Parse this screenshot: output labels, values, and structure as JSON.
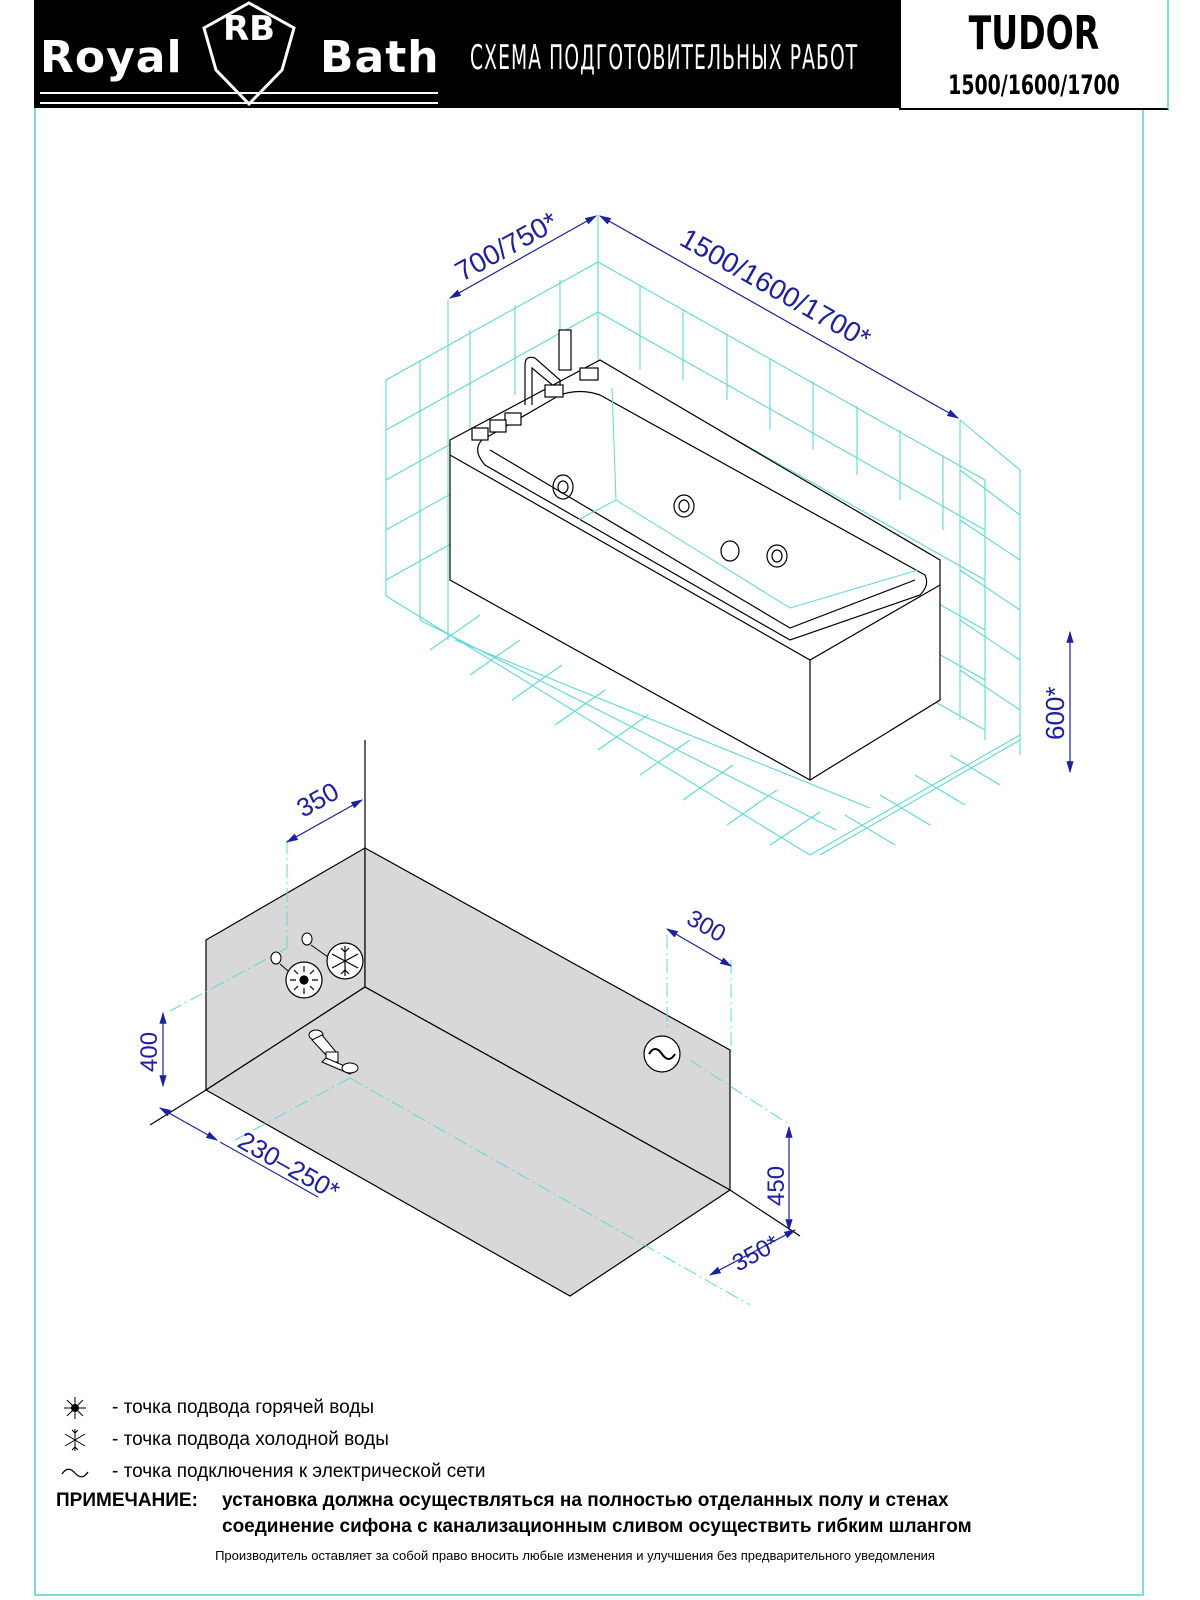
{
  "header": {
    "brand": {
      "left": "Royal",
      "monogram": "RB",
      "right": "Bath"
    },
    "title": "СХЕМА ПОДГОТОВИТЕЛЬНЫХ РАБОТ",
    "model": "TUDOR",
    "sizes": "1500/1600/1700"
  },
  "colors": {
    "grid": "#5fd8d8",
    "dimension": "#1b1fa0",
    "wall_shade": "#d8d8d8",
    "frame": "#7fdcdc",
    "header_bg": "#000000"
  },
  "bath_view": {
    "dimensions": {
      "width": "700/750*",
      "length": "1500/1600/1700*",
      "height": "600*"
    },
    "features": [
      "faucet",
      "control-knobs",
      "hydromassage-jets"
    ]
  },
  "installation_view": {
    "dimensions": {
      "supply_offset": "350",
      "supply_height": "400",
      "drain_offset": "230–250*",
      "electric_offset": "300",
      "electric_height": "450",
      "depth": "350*"
    },
    "points": [
      "hot-water",
      "cold-water",
      "drain-siphon",
      "electric-socket"
    ]
  },
  "legend": [
    {
      "icon": "hot-water-icon",
      "text": "- точка подвода горячей воды"
    },
    {
      "icon": "cold-water-icon",
      "text": "- точка подвода холодной воды"
    },
    {
      "icon": "electric-icon",
      "text": "- точка подключения к электрической сети"
    }
  ],
  "note": {
    "label": "ПРИМЕЧАНИЕ:",
    "line1": "установка должна осуществляться на полностью отделанных полу и стенах",
    "line2": "соединение сифона с канализационным сливом осуществить гибким шлангом"
  },
  "footer": "Производитель оставляет за собой право вносить любые изменения и улучшения без предварительного уведомления"
}
